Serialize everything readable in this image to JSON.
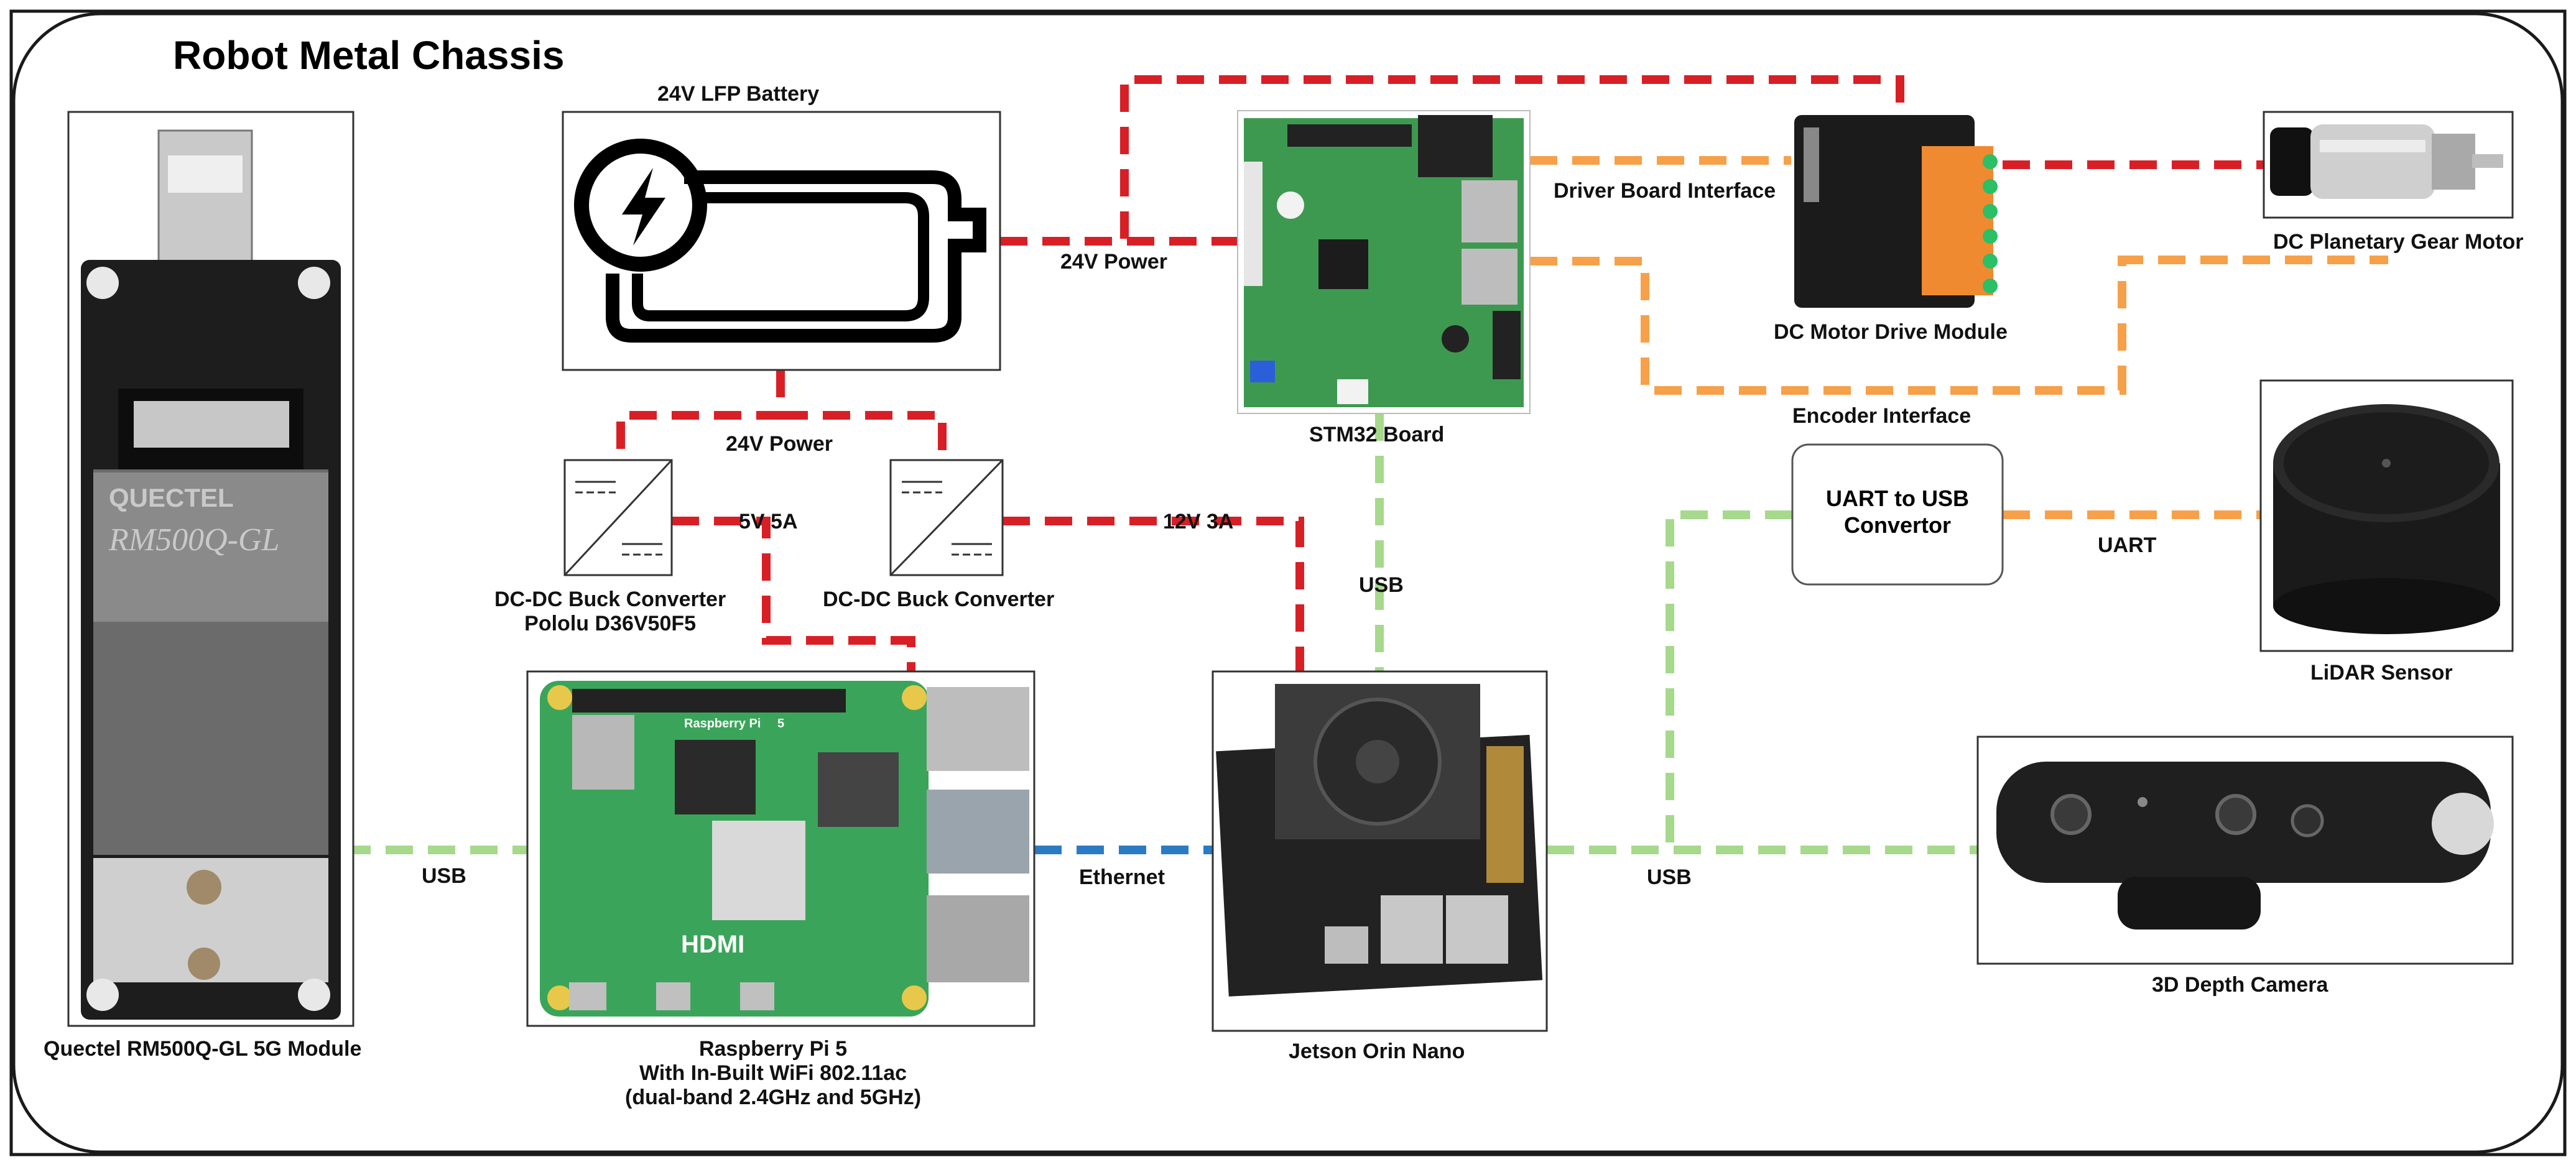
{
  "title": "Robot Metal Chassis",
  "colors": {
    "power": "#d91f26",
    "interface": "#f6a04a",
    "usb": "#a6d98b",
    "ethernet": "#2b7bc4",
    "frame": "#1a1a1a"
  },
  "components": {
    "battery": "24V LFP Battery",
    "stm32": "STM32 Board",
    "motor_driver": "DC Motor Drive Module",
    "motor": "DC Planetary Gear Motor",
    "lidar": "LiDAR Sensor",
    "uart_converter": "UART to USB Convertor",
    "buck1": [
      "DC-DC Buck Converter",
      "Pololu D36V50F5"
    ],
    "buck2": "DC-DC Buck Converter",
    "raspberry_pi": [
      "Raspberry Pi 5",
      "With In-Built WiFi 802.11ac",
      "(dual-band 2.4GHz and 5GHz)"
    ],
    "jetson": "Jetson Orin Nano",
    "depth_camera": "3D Depth Camera",
    "modem": "Quectel RM500Q-GL 5G Module"
  },
  "connections": {
    "power_24v_top": "24V Power",
    "power_24v_bottom": "24V Power",
    "power_5v": "5V 5A",
    "power_12v": "12V 3A",
    "driver_interface": "Driver Board Interface",
    "encoder_interface": "Encoder Interface",
    "uart": "UART",
    "usb_stm32": "USB",
    "usb_modem": "USB",
    "usb_jetson": "USB",
    "ethernet": "Ethernet"
  },
  "device_printing": {
    "modem_brand": "QUECTEL",
    "modem_model": "RM500Q-GL",
    "pi_brand": "Raspberry Pi",
    "pi_model": "5",
    "pi_hdmi": "HDMI"
  }
}
